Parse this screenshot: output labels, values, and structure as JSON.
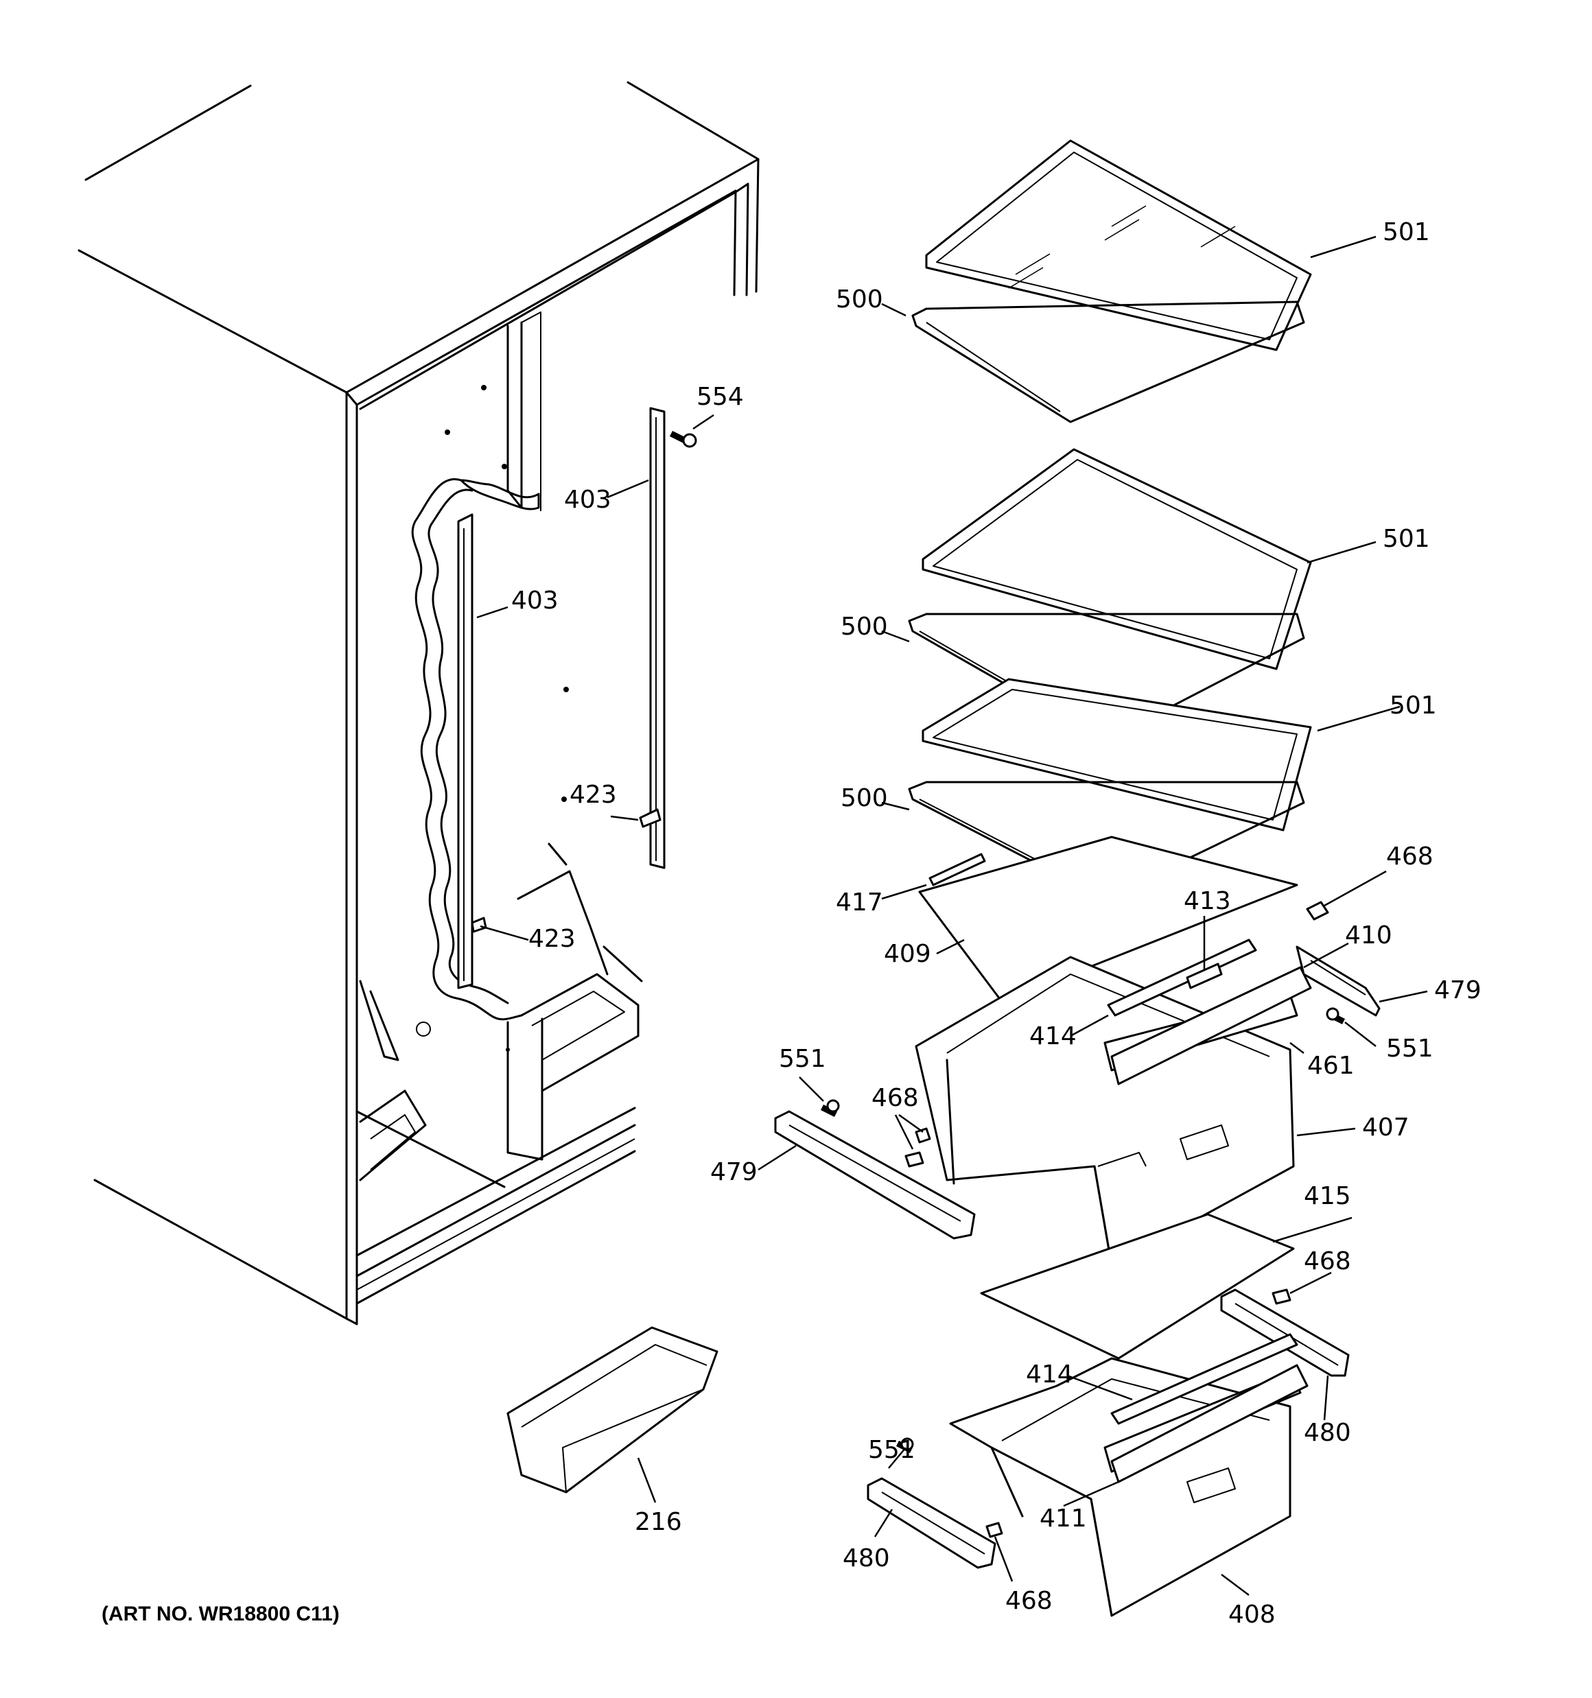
{
  "art_number": "(ART NO. WR18800 C11)",
  "callouts": {
    "c501a": "501",
    "c500a": "500",
    "c554": "554",
    "c403a": "403",
    "c403b": "403",
    "c501b": "501",
    "c500b": "500",
    "c501c": "501",
    "c500c": "500",
    "c423a": "423",
    "c423b": "423",
    "c468a": "468",
    "c417": "417",
    "c413": "413",
    "c410": "410",
    "c409": "409",
    "c479a": "479",
    "c414a": "414",
    "c551a": "551",
    "c461": "461",
    "c551b": "551",
    "c468b": "468",
    "c407": "407",
    "c479b": "479",
    "c415": "415",
    "c468c": "468",
    "c414b": "414",
    "c480a": "480",
    "c551c": "551",
    "c411": "411",
    "c216": "216",
    "c480b": "480",
    "c468d": "468",
    "c408": "408"
  },
  "parts": [
    "refrigerator-cabinet",
    "shelf-frame",
    "shelf-glass",
    "shelf-rail",
    "shelf-support",
    "pan-cover-glass",
    "crisper-drawer",
    "pan-slide",
    "pan-stop",
    "screw",
    "deli-pan",
    "pan-cover-frame",
    "door-bin"
  ]
}
